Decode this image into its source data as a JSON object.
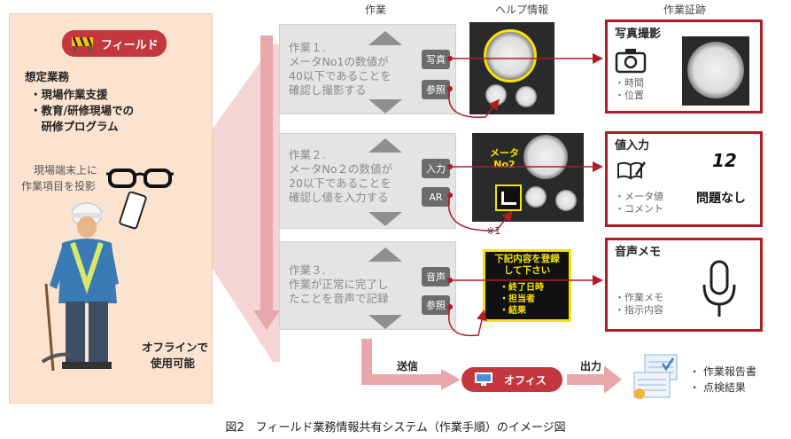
{
  "field": {
    "badge": "フィールド",
    "assumed_title": "想定業務",
    "assumed_items": [
      "・現場作業支援",
      "・教育/研修現場での",
      "　研修プログラム"
    ],
    "projection_lines": [
      "現場端末上に",
      "作業項目を投影"
    ],
    "offline_lines": [
      "オフラインで",
      "使用可能"
    ]
  },
  "columns": {
    "task": "作業",
    "help": "ヘルプ情報",
    "evidence": "作業証跡"
  },
  "tasks": [
    {
      "lines": [
        "作業１.",
        "メータNo1の数値が",
        "40以下であることを",
        "確認し撮影する"
      ],
      "buttons": [
        "写真",
        "参照"
      ]
    },
    {
      "lines": [
        "作業２.",
        "メータNo２の数値が",
        "20以下であることを",
        "確認し値を入力する"
      ],
      "buttons": [
        "入力",
        "AR"
      ]
    },
    {
      "lines": [
        "作業３.",
        "作業が正常に完了し",
        "たことを音声で記録"
      ],
      "buttons": [
        "音声",
        "参照"
      ]
    }
  ],
  "help": {
    "meter_label_lines": [
      "メータ",
      "No2"
    ],
    "note": "※1",
    "voice_prompt_lines": [
      "下記内容を登録",
      "して下さい"
    ],
    "voice_items": [
      "・終了日時",
      "・担当者",
      "・結果"
    ]
  },
  "records": [
    {
      "title": "写真撮影",
      "items": [
        "・時間",
        "・位置"
      ]
    },
    {
      "title": "値入力",
      "items": [
        "・メータ値",
        "・コメント"
      ],
      "value": "12",
      "status": "問題なし"
    },
    {
      "title": "音声メモ",
      "items": [
        "・作業メモ",
        "・指示内容"
      ]
    }
  ],
  "flow": {
    "send": "送信",
    "office": "オフィス",
    "output": "出力",
    "outputs": [
      "・ 作業報告書",
      "・ 点検結果"
    ]
  },
  "caption": "図2　フィールド業務情報共有システム（作業手順）のイメージ図",
  "colors": {
    "accent_red": "#b11b27",
    "panel_bg": "#fbe3cf",
    "badge_red": "#c4373f",
    "help_yellow": "#f5e300"
  }
}
